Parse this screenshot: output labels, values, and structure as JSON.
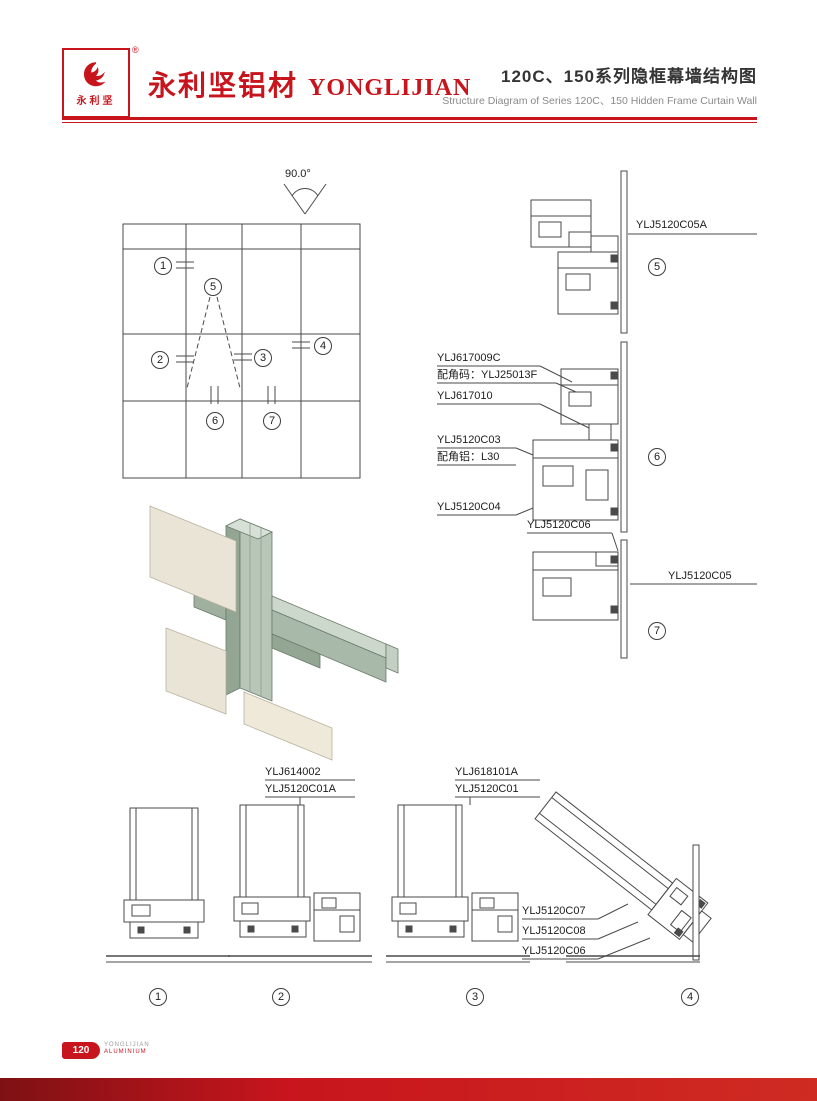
{
  "colors": {
    "accent_red": "#c8151d",
    "line": "#4a4a4a",
    "profile_green": "#b7c6b7",
    "glass_beige": "#e9e4d5"
  },
  "header": {
    "registered_mark": "®",
    "logo_caption": "永利坚",
    "brand_cn": "永利坚铝材",
    "brand_en": "YONGLIJIAN",
    "title_cn": "120C、150系列隐框幕墙结构图",
    "title_en": "Structure Diagram of Series 120C、150 Hidden Frame Curtain Wall"
  },
  "plan_view": {
    "angle_label": "90.0°",
    "callout_1": "1",
    "callout_2": "2",
    "callout_3": "3",
    "callout_4": "4",
    "callout_5": "5",
    "callout_6": "6",
    "callout_7": "7"
  },
  "vertical_sections": {
    "label_ylj5120c05a": "YLJ5120C05A",
    "callout_5": "5",
    "label_ylj617009c": "YLJ617009C",
    "label_corner_code": "配角码：YLJ25013F",
    "label_ylj617010": "YLJ617010",
    "label_ylj5120c03": "YLJ5120C03",
    "label_corner_alu": "配角铝：L30",
    "label_ylj5120c04": "YLJ5120C04",
    "callout_6": "6",
    "label_ylj5120c06": "YLJ5120C06",
    "label_ylj5120c05": "YLJ5120C05",
    "callout_7": "7"
  },
  "horizontal_sections": {
    "detail2_label1": "YLJ614002",
    "detail2_label2": "YLJ5120C01A",
    "detail3_label1": "YLJ618101A",
    "detail3_label2": "YLJ5120C01",
    "detail4_label1": "YLJ5120C07",
    "detail4_label2": "YLJ5120C08",
    "detail4_label3": "YLJ5120C06",
    "callout_1": "1",
    "callout_2": "2",
    "callout_3": "3",
    "callout_4": "4"
  },
  "footer": {
    "page_number": "120",
    "brand_line1": "YONGLIJIAN",
    "brand_line2": "ALUMINIUM"
  }
}
